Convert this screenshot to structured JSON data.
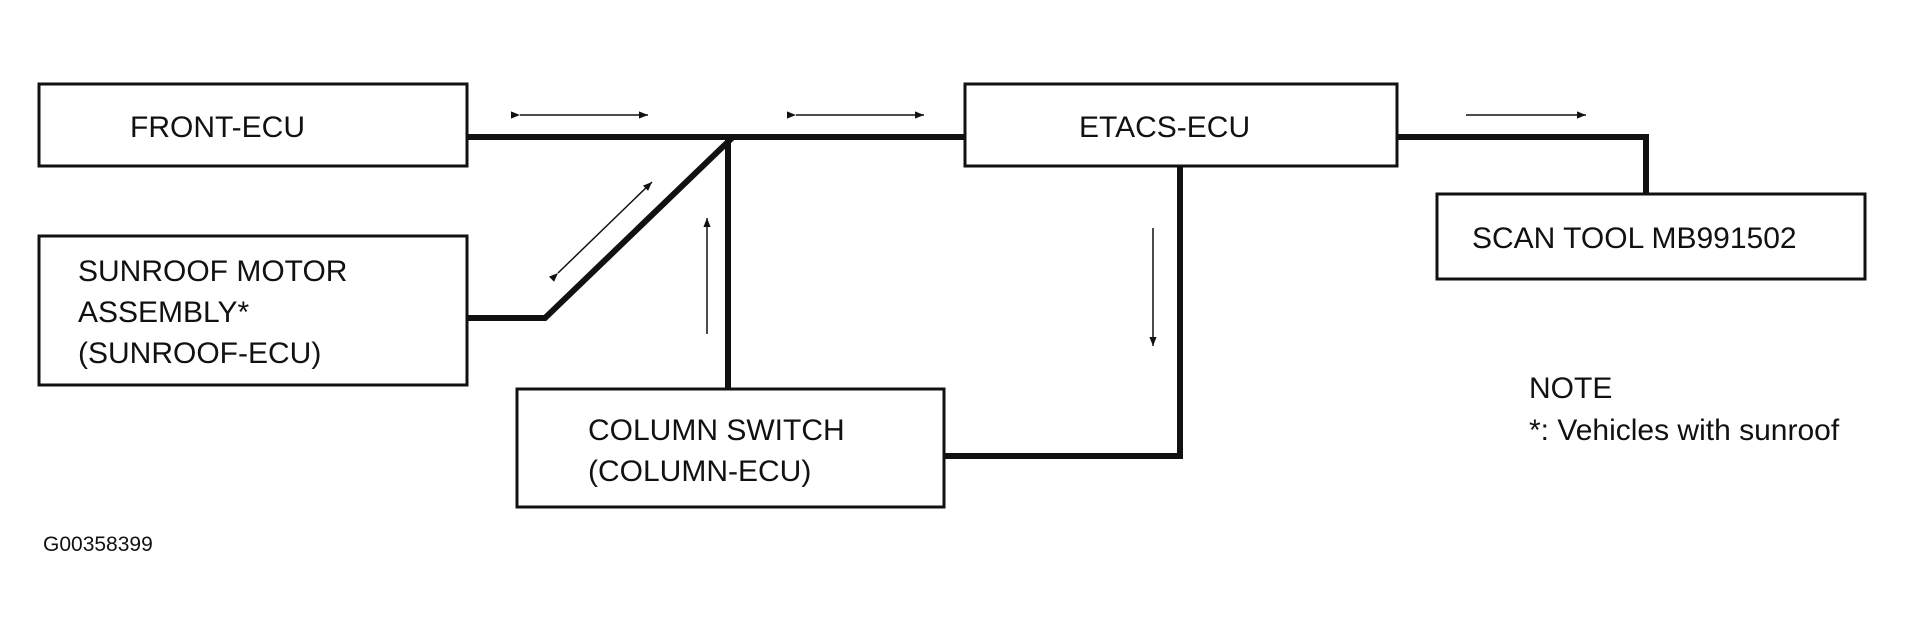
{
  "modules": {
    "front_ecu": "FRONT-ECU",
    "etacs_ecu": "ETACS-ECU",
    "scan_tool": "SCAN TOOL MB991502",
    "sunroof_line1": "SUNROOF MOTOR",
    "sunroof_line2": "ASSEMBLY*",
    "sunroof_line3": "(SUNROOF-ECU)",
    "column_line1": "COLUMN SWITCH",
    "column_line2": "(COLUMN-ECU)"
  },
  "note": {
    "title": "NOTE",
    "text": "*: Vehicles with sunroof"
  },
  "figure_code": "G00358399",
  "colors": {
    "line": "#111111",
    "background": "#ffffff"
  }
}
